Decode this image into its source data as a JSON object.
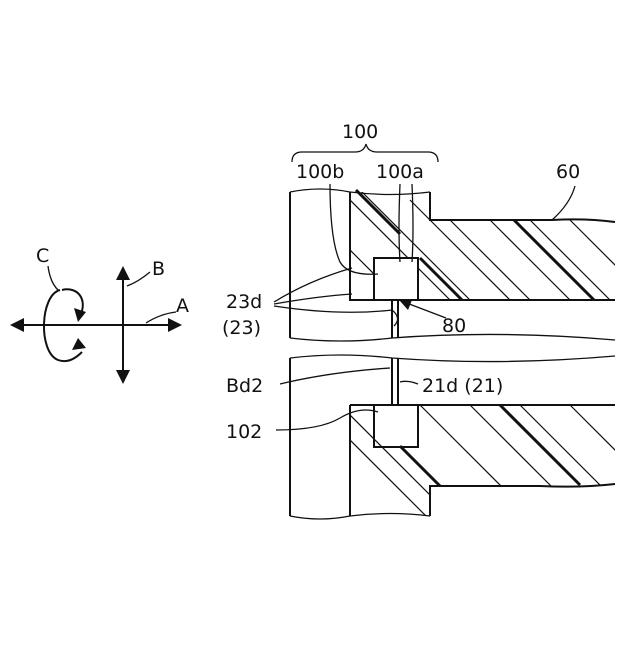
{
  "labels": {
    "l100": "100",
    "l100b": "100b",
    "l100a": "100a",
    "l60": "60",
    "l23d": "23d",
    "l23": "(23)",
    "l80": "80",
    "lBd2": "Bd2",
    "l21d": "21d (21)",
    "l102": "102",
    "lA": "A",
    "lB": "B",
    "lC": "C"
  }
}
